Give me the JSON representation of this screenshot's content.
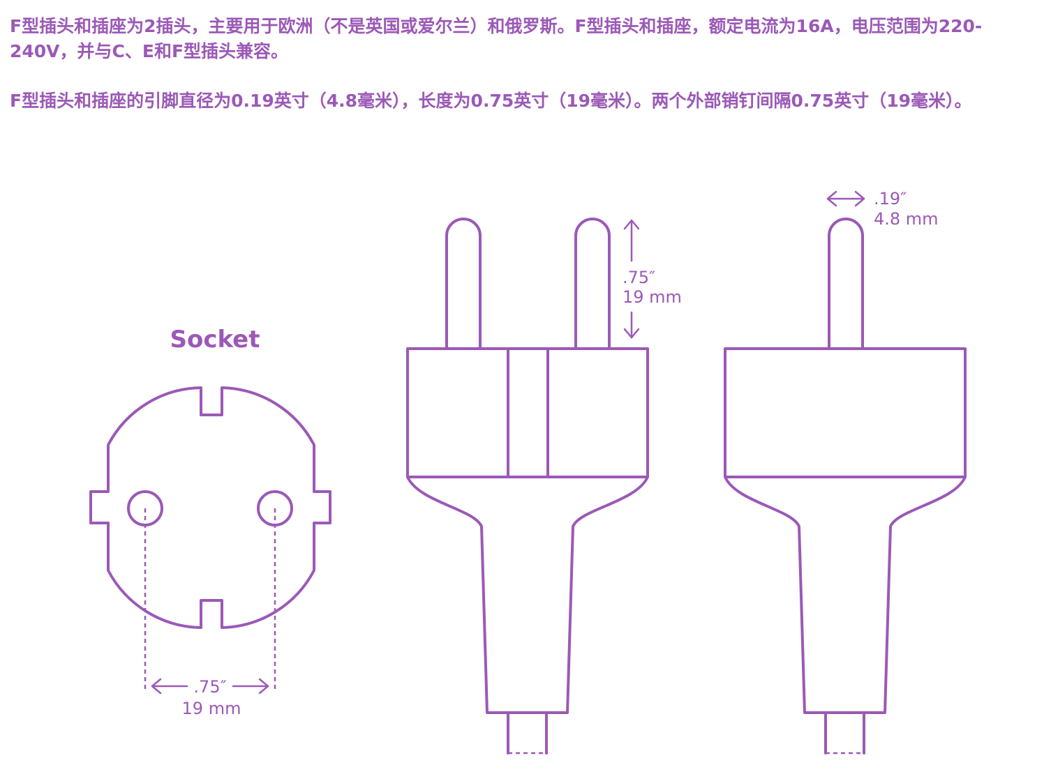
{
  "paragraphs": [
    "F型插头和插座为2插头，主要用于欧洲（不是英国或爱尔兰）和俄罗斯。F型插头和插座，额定电流为16A，电压范围为220-240V，并与C、E和F型插头兼容。",
    "F型插头和插座的引脚直径为0.19英寸（4.8毫米），长度为0.75英寸（19毫米）。两个外部销钉间隔0.75英寸（19毫米）。"
  ],
  "socket": {
    "title": "Socket",
    "spacing_in": ".75″",
    "spacing_mm": "19 mm"
  },
  "plug_front": {
    "pin_length_in": ".75″",
    "pin_length_mm": "19 mm"
  },
  "plug_side": {
    "pin_diameter_in": ".19″",
    "pin_diameter_mm": "4.8 mm"
  },
  "colors": {
    "accent": "#9b59b6"
  }
}
